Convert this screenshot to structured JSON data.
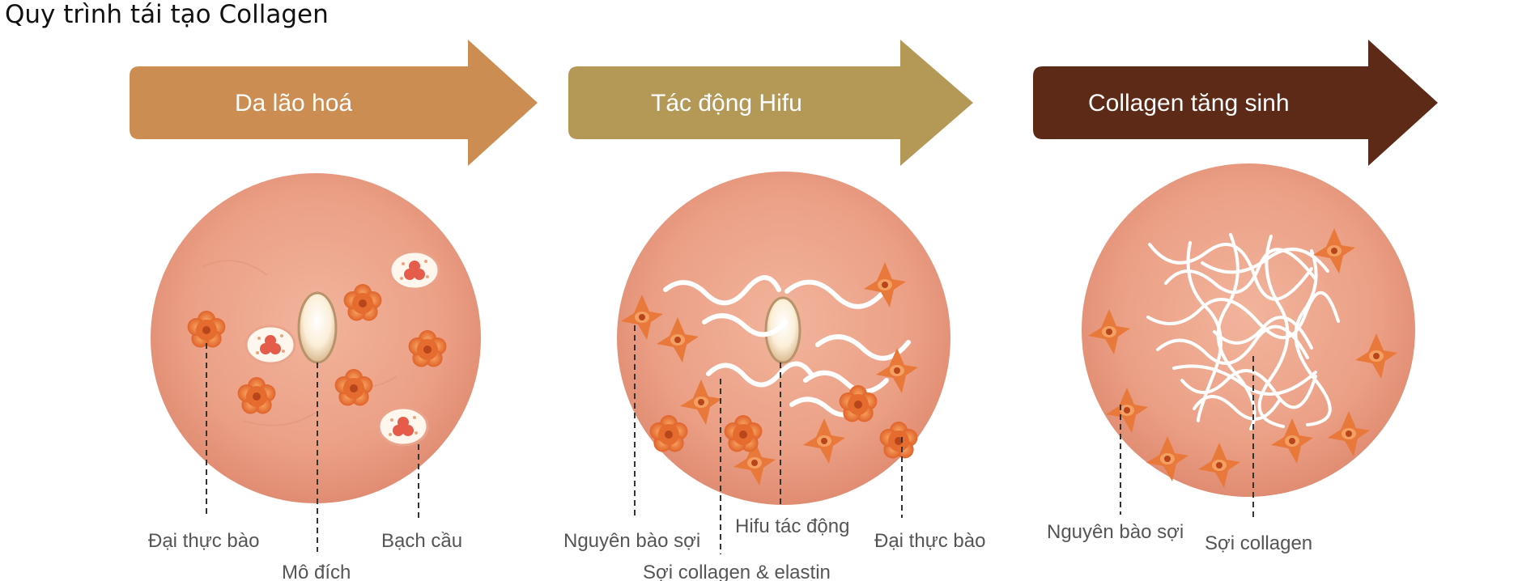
{
  "title": "Quy trình tái tạo Collagen",
  "colors": {
    "arrow1": "#CC8D52",
    "arrow2": "#B39856",
    "arrow3": "#5D2A17",
    "skin": "#EBA38A",
    "cell": "#E8793A",
    "fiber": "#FFFFFF"
  },
  "stages": [
    {
      "label": "Da lão hoá",
      "callouts": [
        "Đại thực bào",
        "Mô đích",
        "Bạch cầu"
      ]
    },
    {
      "label": "Tác động Hifu",
      "callouts": [
        "Nguyên bào sợi",
        "Sợi collagen & elastin",
        "Hifu tác động",
        "Đại thực bào"
      ]
    },
    {
      "label": "Collagen tăng sinh",
      "callouts": [
        "Nguyên bào sợi",
        "Sợi collagen"
      ]
    }
  ]
}
